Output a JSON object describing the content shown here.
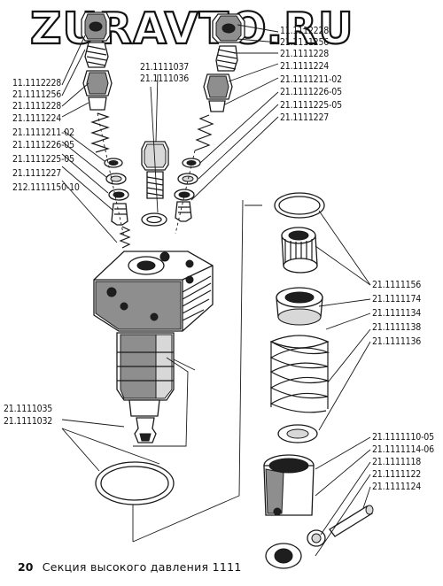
{
  "watermark": "ZURAVTO.RU",
  "caption": {
    "number": "20",
    "text": "Секция высокого давления 1111"
  },
  "labels_left": [
    "11.1112228",
    "21.1111256",
    "21.1111228",
    "21.1111224",
    "21.1111211-02",
    "21.1111226-05",
    "21.1111225-05",
    "21.1111227",
    "212.1111150-10"
  ],
  "labels_center": [
    "21.1111037",
    "21.1111036"
  ],
  "labels_right_top": [
    "11.1112228",
    "21.1111256",
    "21.1111228",
    "21.1111224",
    "21.1111211-02",
    "21.1111226-05",
    "21.1111225-05",
    "21.1111227"
  ],
  "labels_right_mid": [
    "21.1111156",
    "21.1111174",
    "21.1111134",
    "21.1111138",
    "21.1111136"
  ],
  "labels_right_low": [
    "21.1111110-05",
    "21.1111114-06",
    "21.1111118",
    "21.1111122",
    "21.1111124"
  ],
  "labels_bottom_left": [
    "21.1111035",
    "21.1111032"
  ]
}
